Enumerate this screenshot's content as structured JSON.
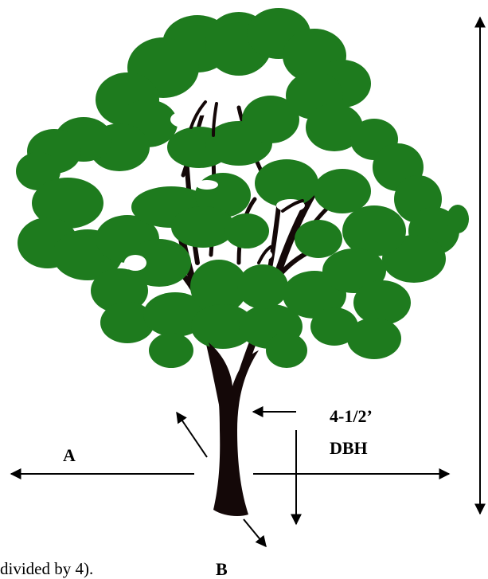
{
  "labels": {
    "a": "A",
    "b": "B",
    "dbh_height": "4-1/2’",
    "dbh_text": "DBH",
    "caption_fragment": "divided by 4)."
  },
  "colors": {
    "foliage": "#1e7b1e",
    "trunk": "#140808",
    "arrow": "#000000",
    "background": "#ffffff"
  }
}
